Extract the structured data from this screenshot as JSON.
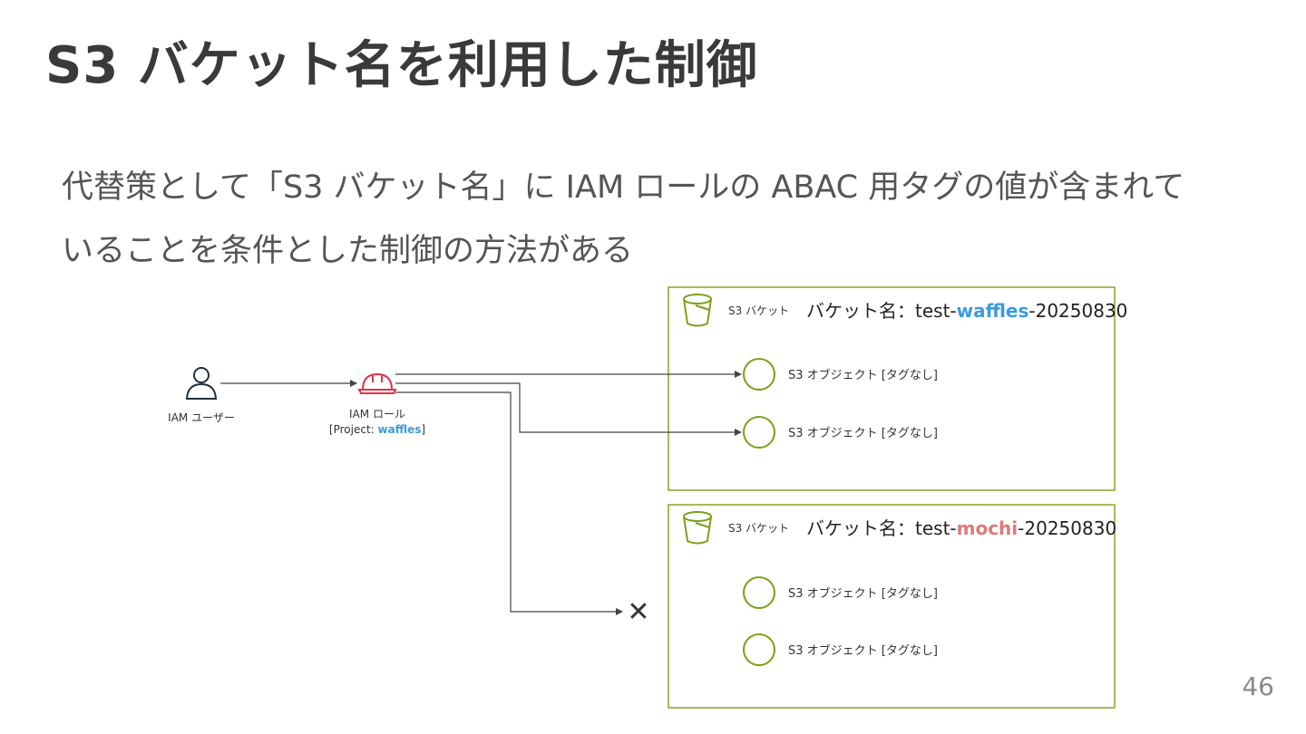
{
  "slide": {
    "title": "S3 バケット名を利用した制御",
    "body_lines": [
      "代替策として「S3 バケット名」に IAM ロールの ABAC 用タグの値が含まれて",
      "いることを条件とした制御の方法がある"
    ],
    "page_number": "46"
  },
  "diagram": {
    "user_label": "IAM ユーザー",
    "role_label": "IAM ロール",
    "role_tag_prefix": "[Project: ",
    "role_tag_value": "waffles",
    "role_tag_suffix": "]",
    "denied_mark": "✕",
    "buckets": [
      {
        "small_label": "S3 バケット",
        "name_prefix": "バケット名：test-",
        "name_highlight": "waffles",
        "name_suffix": "-20250830",
        "highlight_color": "#3b9ae1",
        "objects": [
          "S3 オブジェクト [タグなし]",
          "S3 オブジェクト [タグなし]"
        ]
      },
      {
        "small_label": "S3 バケット",
        "name_prefix": "バケット名：test-",
        "name_highlight": "mochi",
        "name_suffix": "-20250830",
        "highlight_color": "#e07a7a",
        "objects": [
          "S3 オブジェクト [タグなし]",
          "S3 オブジェクト [タグなし]"
        ]
      }
    ],
    "colors": {
      "group_border": "#7aa116",
      "role_icon": "#dd344c",
      "line": "#444444"
    }
  }
}
